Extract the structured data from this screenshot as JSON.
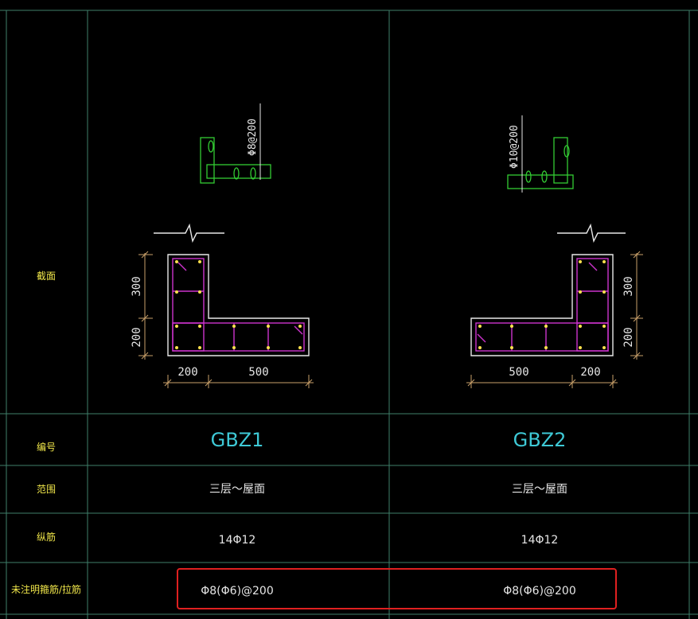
{
  "row_labels": {
    "section": "截面",
    "id": "编号",
    "range": "范围",
    "longitudinal": "纵筋",
    "stirrup": "未注明箍筋/拉筋"
  },
  "columns": [
    {
      "id": "GBZ1",
      "range": "三层～屋面",
      "longitudinal": "14Φ12",
      "stirrup": "Φ8(Φ6)@200",
      "detail_label": "Φ8@200",
      "dims": {
        "vertical_top": "300",
        "vertical_bottom": "200",
        "horizontal_left": "200",
        "horizontal_right": "500"
      }
    },
    {
      "id": "GBZ2",
      "range": "三层～屋面",
      "longitudinal": "14Φ12",
      "stirrup": "Φ8(Φ6)@200",
      "detail_label": "Φ10@200",
      "dims": {
        "vertical_top": "300",
        "vertical_bottom": "200",
        "horizontal_left": "500",
        "horizontal_right": "200"
      }
    }
  ],
  "colors": {
    "background": "#000000",
    "grid": "#3f7f6a",
    "label": "#f0e64a",
    "id_text": "#3ec9d6",
    "rebar": "#cc33cc",
    "detail": "#33cc33",
    "highlight": "#e02020"
  }
}
